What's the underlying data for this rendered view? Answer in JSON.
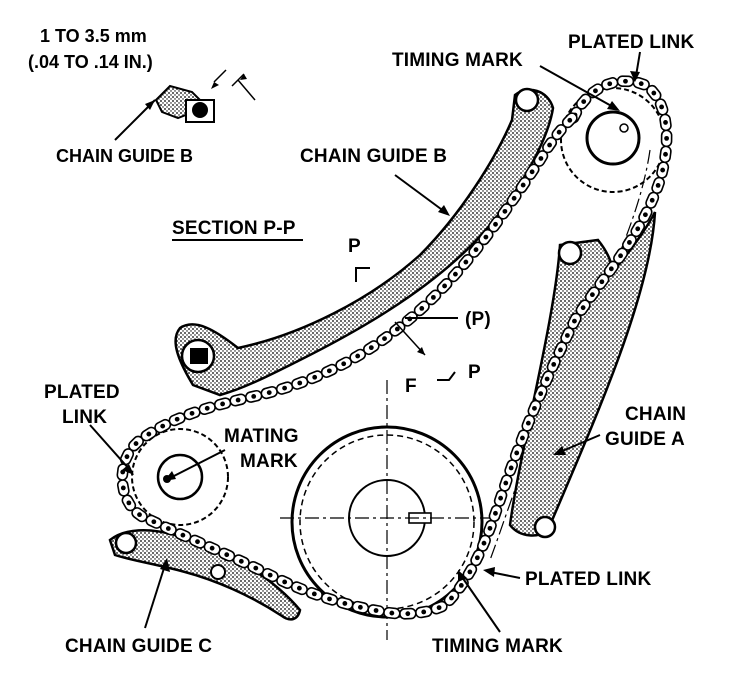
{
  "labels": {
    "clearance_line1": "1 TO 3.5 mm",
    "clearance_line2": "(.04 TO .14 IN.)",
    "chain_guide_b_small": "CHAIN GUIDE B",
    "section": "SECTION P-P",
    "chain_guide_b": "CHAIN GUIDE B",
    "timing_mark_top": "TIMING MARK",
    "plated_link_top": "PLATED LINK",
    "p_upper": "P",
    "p_paren": "(P)",
    "f": "F",
    "p_lower": "P",
    "plated_link_left_1": "PLATED",
    "plated_link_left_2": "LINK",
    "mating_mark_1": "MATING",
    "mating_mark_2": "MARK",
    "chain_guide_a_1": "CHAIN",
    "chain_guide_a_2": "GUIDE A",
    "plated_link_bottom": "PLATED LINK",
    "timing_mark_bottom": "TIMING MARK",
    "chain_guide_c": "CHAIN GUIDE C"
  },
  "colors": {
    "ink": "#000000",
    "paper": "#ffffff",
    "shade": "#bdbdbd"
  }
}
